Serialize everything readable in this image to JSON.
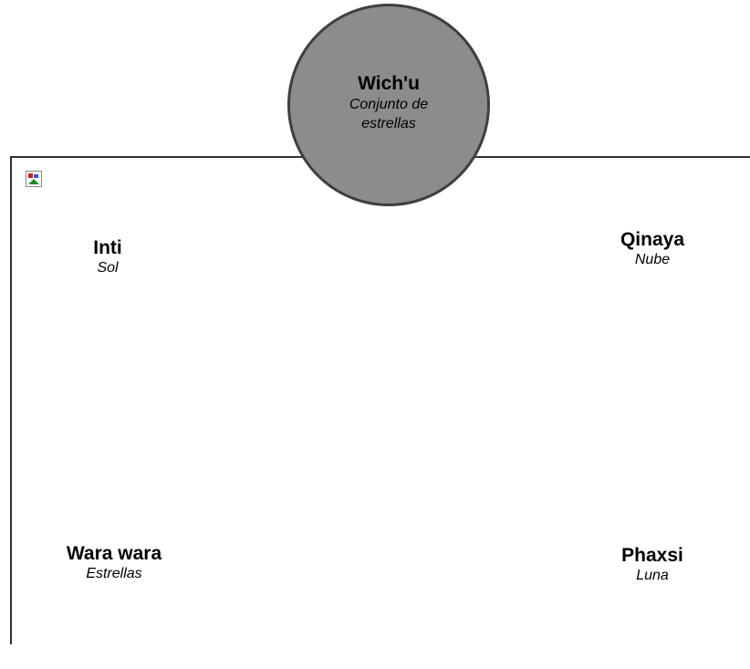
{
  "center": {
    "title": "Wich'u",
    "subtitle": "Conjunto de estrellas"
  },
  "items": [
    {
      "title": "Inti",
      "subtitle": "Sol"
    },
    {
      "title": "Qinaya",
      "subtitle": "Nube"
    },
    {
      "title": "Wara wara",
      "subtitle": "Estrellas"
    },
    {
      "title": "Phaxsi",
      "subtitle": "Luna"
    }
  ],
  "colors": {
    "circle_fill": "#8c8c8c",
    "circle_stroke": "#3f3f3f",
    "frame_line": "#333333"
  },
  "icons": {
    "broken_image": "broken-image-icon"
  }
}
